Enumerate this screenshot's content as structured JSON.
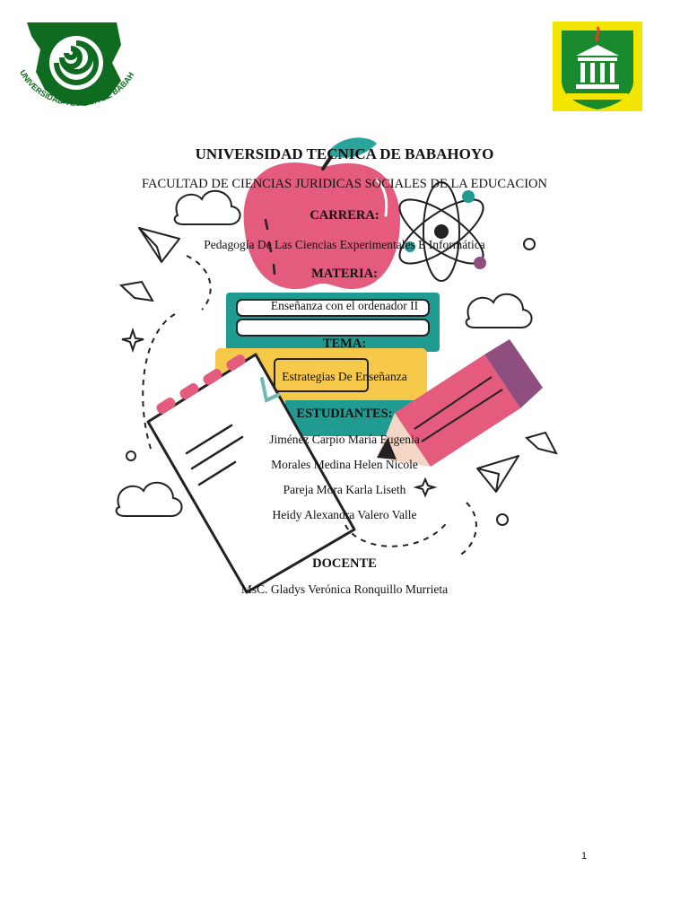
{
  "header": {
    "left_logo_icon": "university-seal-spiral-icon",
    "left_logo_ring_text": "UNIVERSIDAD TÉCNICA DE BABAHOYO",
    "right_logo_icon": "faculty-crest-icon"
  },
  "document": {
    "university": "UNIVERSIDAD TECNICA DE BABAHOYO",
    "faculty": "FACULTAD DE CIENCIAS JURIDICAS SOCIALES DE LA EDUCACION",
    "career_label": "CARRERA:",
    "career": "Pedagogía De Las Ciencias Experimentales E Informática",
    "subject_label": "MATERIA:",
    "subject": "Enseñanza con el ordenador II",
    "topic_label": "TEMA:",
    "topic": "Estrategias De Enseñanza",
    "students_label": "ESTUDIANTES:",
    "students": [
      "Jiménez Carpio María Eugenia",
      "Morales Medina Helen Nicole",
      "Pareja Mora Karla Liseth",
      "Heidy Alexandra Valero Valle"
    ],
    "teacher_label": "DOCENTE",
    "teacher": "MsC. Gladys Verónica Ronquillo Murrieta"
  },
  "footer": {
    "page_number": "1"
  },
  "colors": {
    "seal_green": "#0f6b1f",
    "crest_yellow": "#f2e600",
    "apple_pink": "#e45b7e",
    "book_teal": "#1f9b91",
    "book_yellow": "#f7c94a",
    "pencil_purple": "#8e4f7e",
    "leaf_teal": "#2aa39a"
  }
}
